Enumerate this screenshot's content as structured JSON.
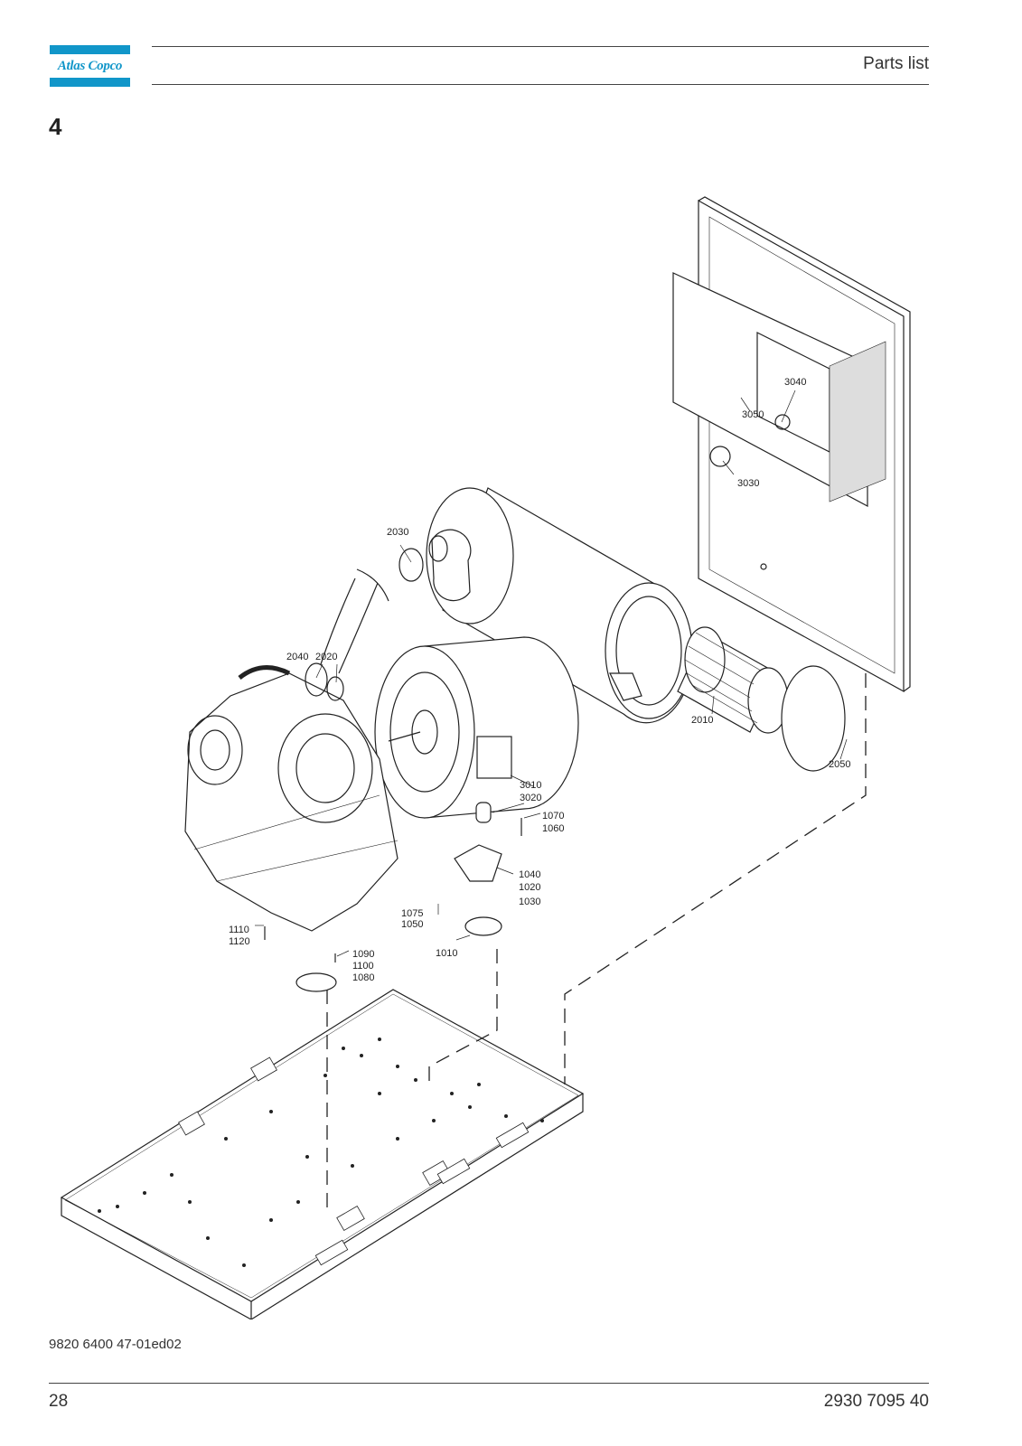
{
  "header": {
    "logo_text": "Atlas Copco",
    "title": "Parts list"
  },
  "section_number": "4",
  "callouts": {
    "c1010": "1010",
    "c1020": "1020",
    "c1030": "1030",
    "c1040": "1040",
    "c1050": "1050",
    "c1060": "1060",
    "c1070": "1070",
    "c1075": "1075",
    "c1080": "1080",
    "c1090": "1090",
    "c1100": "1100",
    "c1110": "1110",
    "c1120": "1120",
    "c2010": "2010",
    "c2020": "2020",
    "c2030": "2030",
    "c2040": "2040",
    "c2050": "2050",
    "c3010": "3010",
    "c3020": "3020",
    "c3030": "3030",
    "c3040": "3040",
    "c3050": "3050"
  },
  "footer": {
    "document_ref": "9820 6400 47-01ed02",
    "page_number": "28",
    "part_number": "2930 7095 40"
  },
  "colors": {
    "brand_blue": "#1196c9",
    "line": "#222222"
  }
}
